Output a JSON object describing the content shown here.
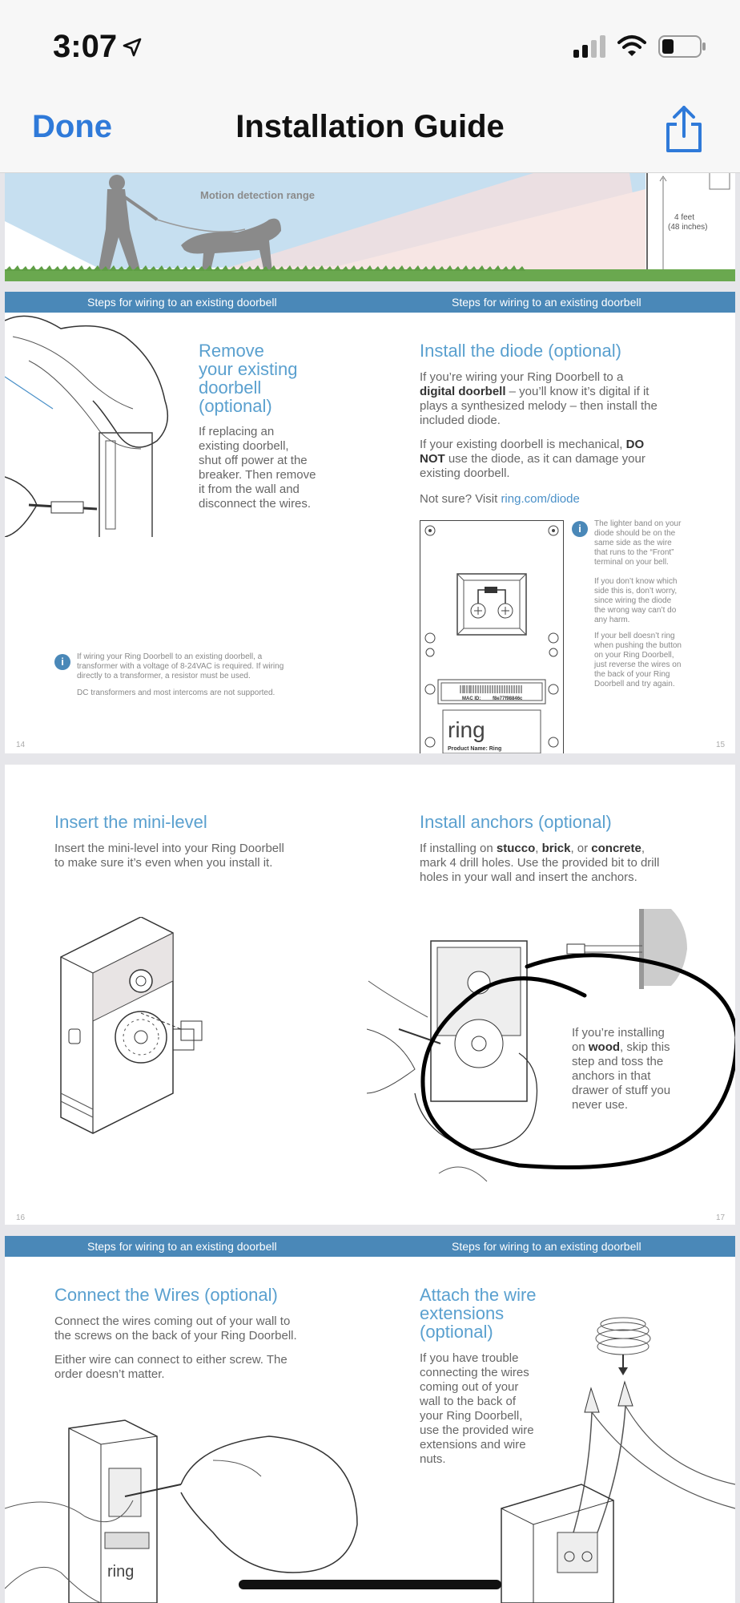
{
  "status_bar": {
    "time": "3:07",
    "icons": [
      "location-arrow-icon",
      "signal-icon",
      "wifi-icon",
      "battery-icon"
    ]
  },
  "nav": {
    "done_label": "Done",
    "title": "Installation Guide",
    "share_icon": "share-icon",
    "accent_color": "#2f7ad9"
  },
  "page1": {
    "motion_label": "Motion detection range",
    "height_label": "4 feet",
    "height_sub": "(48 inches)"
  },
  "banner_text": "Steps for wiring to an existing doorbell",
  "page2": {
    "left": {
      "heading_lines": [
        "Remove",
        "your existing",
        "doorbell",
        "(optional)"
      ],
      "body_lines": [
        "If replacing an",
        "existing doorbell,",
        "shut off power at the",
        "breaker. Then remove",
        "it from the wall and",
        "disconnect the wires."
      ],
      "note_lines": [
        "If wiring your Ring Doorbell to an existing doorbell, a",
        "transformer with a voltage of 8-24VAC is required. If wiring",
        "directly to a transformer, a resistor must be used."
      ],
      "note_2": "DC transformers and most intercoms are not supported.",
      "page_number": "14"
    },
    "right": {
      "heading": "Install the diode (optional)",
      "p1_line1": "If you’re wiring your Ring Doorbell to a",
      "p1_bold": "digital doorbell",
      "p1_line2_rest": " – you’ll know it’s digital if it",
      "p1_line3": "plays a synthesized melody – then install the",
      "p1_line4": "included diode.",
      "p2_line1": "If your existing doorbell is mechanical, ",
      "p2_bold1": "DO",
      "p2_bold2": "NOT",
      "p2_line2_rest": " use the diode, as it can damage your",
      "p2_line3": "existing doorbell.",
      "not_sure": "Not sure? Visit ",
      "link": "ring.com/diode",
      "tip_lines": [
        "The lighter band on your",
        "diode should be on the",
        "same side as the wire",
        "that runs to the “Front”",
        "terminal on your bell."
      ],
      "tip2_lines": [
        "If you don’t know which",
        "side this is, don’t worry,",
        "since wiring the diode",
        "the wrong way can’t do",
        "any harm."
      ],
      "tip3_lines": [
        "If your bell doesn’t ring",
        "when pushing the button",
        "on your Ring Doorbell,",
        "just reverse the wires on",
        "the back of your Ring",
        "Doorbell and try again."
      ],
      "mac_label": "MAC ID:",
      "mac_value": "f8e77f98846c",
      "logo": "ring",
      "product_name": "Product Name: Ring",
      "page_number": "15"
    }
  },
  "page3": {
    "left": {
      "heading": "Insert the mini-level",
      "body_lines": [
        "Insert the mini-level into your Ring Doorbell",
        "to make sure it’s even when you install it."
      ],
      "page_number": "16"
    },
    "right": {
      "heading": "Install anchors (optional)",
      "l1_a": "If installing on ",
      "l1_b": "stucco",
      "l1_c": ", ",
      "l1_d": "brick",
      "l1_e": ", or ",
      "l1_f": "concrete",
      "l1_g": ",",
      "l2": "mark 4 drill holes. Use the provided bit to drill",
      "l3": "holes in your wall and insert the anchors.",
      "wood_l1": "If you’re installing",
      "wood_l2a": "on ",
      "wood_l2b": "wood",
      "wood_l2c": ", skip this",
      "wood_l3": "step and toss the",
      "wood_l4": "anchors in that",
      "wood_l5": "drawer of stuff you",
      "wood_l6": "never use.",
      "page_number": "17"
    }
  },
  "page4": {
    "left": {
      "heading": "Connect the Wires (optional)",
      "body_lines": [
        "Connect the wires coming out of your wall to",
        "the screws on the back of your Ring Doorbell."
      ],
      "body2_lines": [
        "Either wire can connect to either screw. The",
        "order doesn’t matter."
      ],
      "logo": "ring"
    },
    "right": {
      "heading_lines": [
        "Attach the wire",
        "extensions",
        "(optional)"
      ],
      "body_lines": [
        "If you have trouble",
        "connecting the wires",
        "coming out of your",
        "wall to the back of",
        "your Ring Doorbell,",
        "use the provided wire",
        "extensions and wire",
        "nuts."
      ]
    }
  }
}
